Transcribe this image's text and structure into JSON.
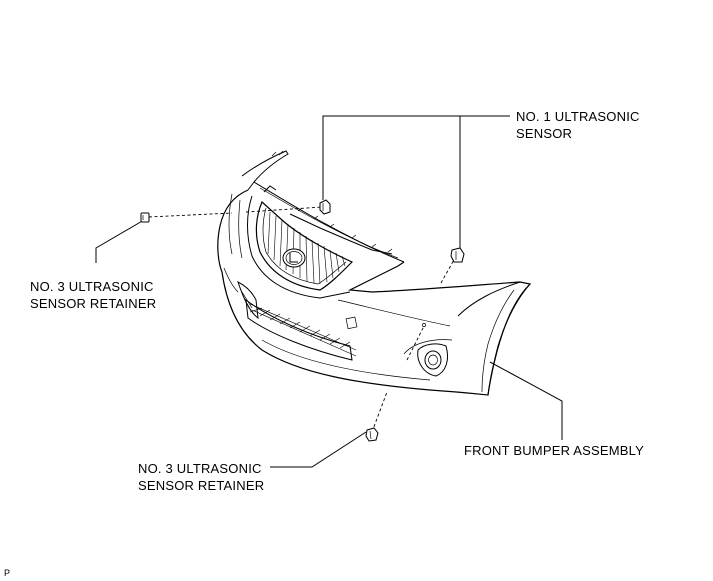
{
  "labels": {
    "sensor1": [
      "NO. 1 ULTRASONIC",
      "SENSOR"
    ],
    "retainer_upper": [
      "NO. 3 ULTRASONIC",
      "SENSOR RETAINER"
    ],
    "retainer_lower": [
      "NO. 3 ULTRASONIC",
      "SENSOR RETAINER"
    ],
    "bumper": "FRONT BUMPER ASSEMBLY",
    "corner_code": "P"
  }
}
